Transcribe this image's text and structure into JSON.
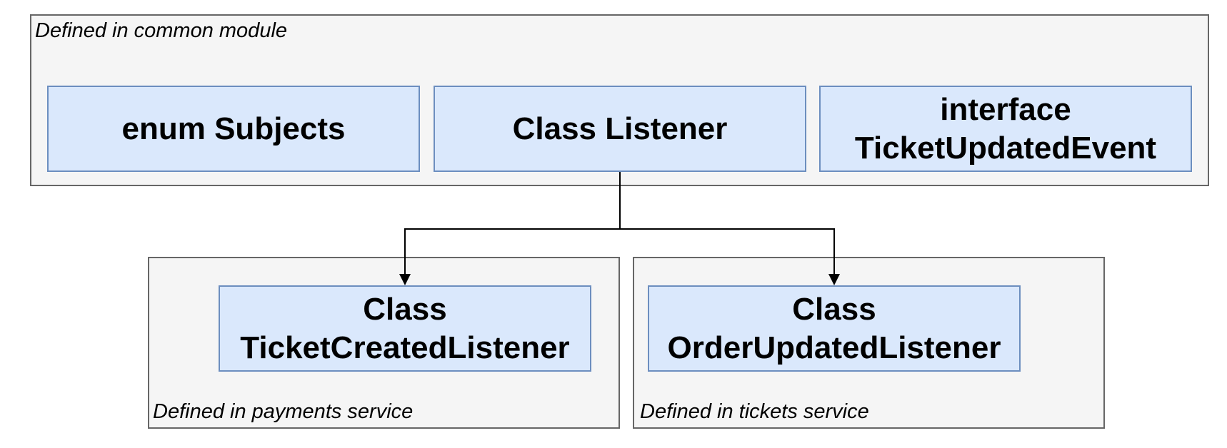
{
  "groups": {
    "common": {
      "label": "Defined in common module"
    },
    "payments": {
      "label": "Defined in payments service"
    },
    "tickets": {
      "label": "Defined in tickets service"
    }
  },
  "classes": {
    "subjects": {
      "lines": [
        "enum Subjects"
      ]
    },
    "listener": {
      "lines": [
        "Class Listener"
      ]
    },
    "ticket_updated_event": {
      "lines": [
        "interface",
        "TicketUpdatedEvent"
      ]
    },
    "ticket_created_listener": {
      "lines": [
        "Class",
        "TicketCreatedListener"
      ]
    },
    "order_updated_listener": {
      "lines": [
        "Class",
        "OrderUpdatedListener"
      ]
    }
  },
  "edges": [
    {
      "from": "Class Listener",
      "to": "Class TicketCreatedListener"
    },
    {
      "from": "Class Listener",
      "to": "Class OrderUpdatedListener"
    }
  ],
  "colors": {
    "group_fill": "#f5f5f5",
    "group_stroke": "#666666",
    "class_fill": "#dae8fc",
    "class_stroke": "#6c8ebf",
    "edge": "#000000"
  }
}
